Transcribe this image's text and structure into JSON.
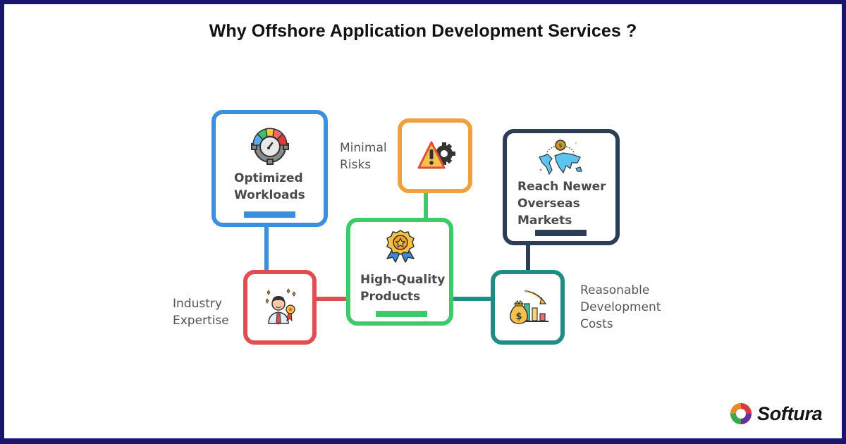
{
  "title": "Why Offshore Application Development Services ?",
  "colors": {
    "frame": "#1a1670",
    "optimized": "#3b8fdd",
    "risks": "#f0a040",
    "markets": "#2c3e55",
    "quality": "#3ec96a",
    "expertise": "#e04e52",
    "costs": "#1f8d86"
  },
  "nodes": {
    "optimized_workloads": {
      "line1": "Optimized",
      "line2": "Workloads",
      "icon": "speedometer-gear-icon"
    },
    "minimal_risks": {
      "label_line1": "Minimal",
      "label_line2": "Risks",
      "icon": "warning-gear-icon"
    },
    "overseas_markets": {
      "line1": "Reach Newer",
      "line2": "Overseas",
      "line3": "Markets",
      "icon": "world-map-coin-icon"
    },
    "high_quality": {
      "line1": "High-Quality",
      "line2": "Products",
      "icon": "award-badge-icon"
    },
    "industry_expertise": {
      "label_line1": "Industry",
      "label_line2": "Expertise",
      "icon": "expert-person-medal-icon"
    },
    "development_costs": {
      "label_line1": "Reasonable",
      "label_line2": "Development",
      "label_line3": "Costs",
      "icon": "money-bag-chart-icon"
    }
  },
  "logo": {
    "text": "Softura"
  }
}
